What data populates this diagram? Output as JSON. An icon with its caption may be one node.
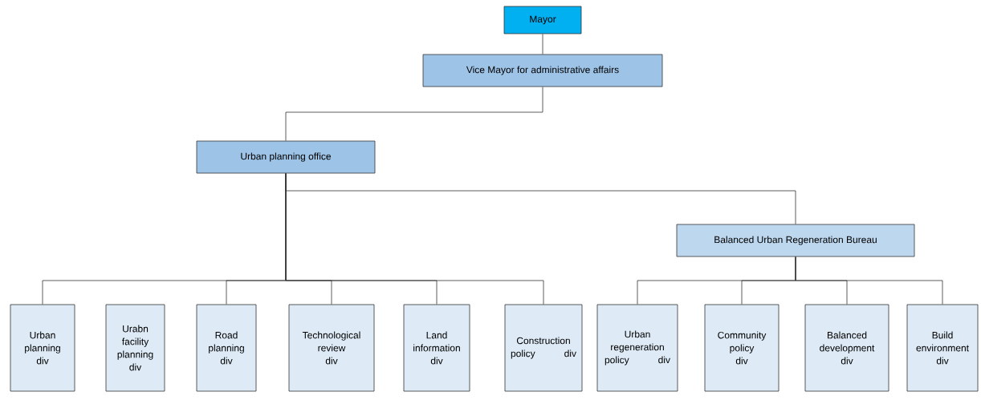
{
  "diagram": {
    "nodes": [
      {
        "text": [
          "Mayor"
        ]
      },
      {
        "text": [
          "Vice Mayor for administrative affairs"
        ]
      },
      {
        "text": [
          "Urban planning office"
        ]
      },
      {
        "text": [
          "Balanced Urban Regeneration Bureau"
        ]
      },
      {
        "text": [
          "Urban planning div"
        ]
      },
      {
        "text": [
          "Urabn facility planning div"
        ]
      },
      {
        "text": [
          "Road planning div"
        ]
      },
      {
        "text": [
          "Technological review div"
        ]
      },
      {
        "text": [
          "Land information div"
        ]
      },
      {
        "text": [
          "Construction policy div"
        ]
      },
      {
        "text": [
          "Urban regeneration policy div"
        ]
      },
      {
        "text": [
          "Community policy div"
        ]
      },
      {
        "text": [
          "Balanced development div"
        ]
      },
      {
        "text": [
          "Build environment div"
        ]
      }
    ],
    "edges": [
      {
        "from": 0,
        "to": 1,
        "arrow": "none"
      },
      {
        "from": 1,
        "to": 2,
        "arrow": "none"
      },
      {
        "from": 2,
        "to": 3,
        "arrow": "none"
      },
      {
        "from": 2,
        "to": 4,
        "arrow": "none"
      },
      {
        "from": 2,
        "to": 6,
        "arrow": "none"
      },
      {
        "from": 2,
        "to": 7,
        "arrow": "none"
      },
      {
        "from": 2,
        "to": 8,
        "arrow": "none"
      },
      {
        "from": 2,
        "to": 9,
        "arrow": "none"
      },
      {
        "from": 3,
        "to": 10,
        "arrow": "none"
      },
      {
        "from": 3,
        "to": 11,
        "arrow": "none"
      },
      {
        "from": 3,
        "to": 12,
        "arrow": "none"
      },
      {
        "from": 3,
        "to": 13,
        "arrow": "none"
      }
    ]
  }
}
